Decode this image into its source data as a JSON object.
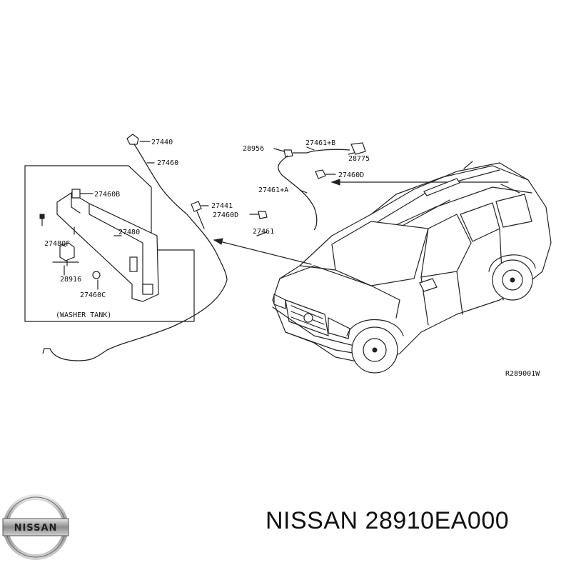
{
  "callouts": {
    "p27440": "27440",
    "p27460": "27460",
    "p27460B": "27460B",
    "p27480": "27480",
    "p27480F": "27480F",
    "p28916": "28916",
    "p27460C": "27460C",
    "p27441": "27441",
    "p27460D_left": "27460D",
    "p27461": "27461",
    "p28956": "28956",
    "p27461B": "27461+B",
    "p28775": "28775",
    "p27460D_right": "27460D",
    "p27461A": "27461+A"
  },
  "inset_label": "(WASHER TANK)",
  "ref_code": "R289001W",
  "logo_text": "NISSAN",
  "footer_title": "NISSAN 28910EA000"
}
